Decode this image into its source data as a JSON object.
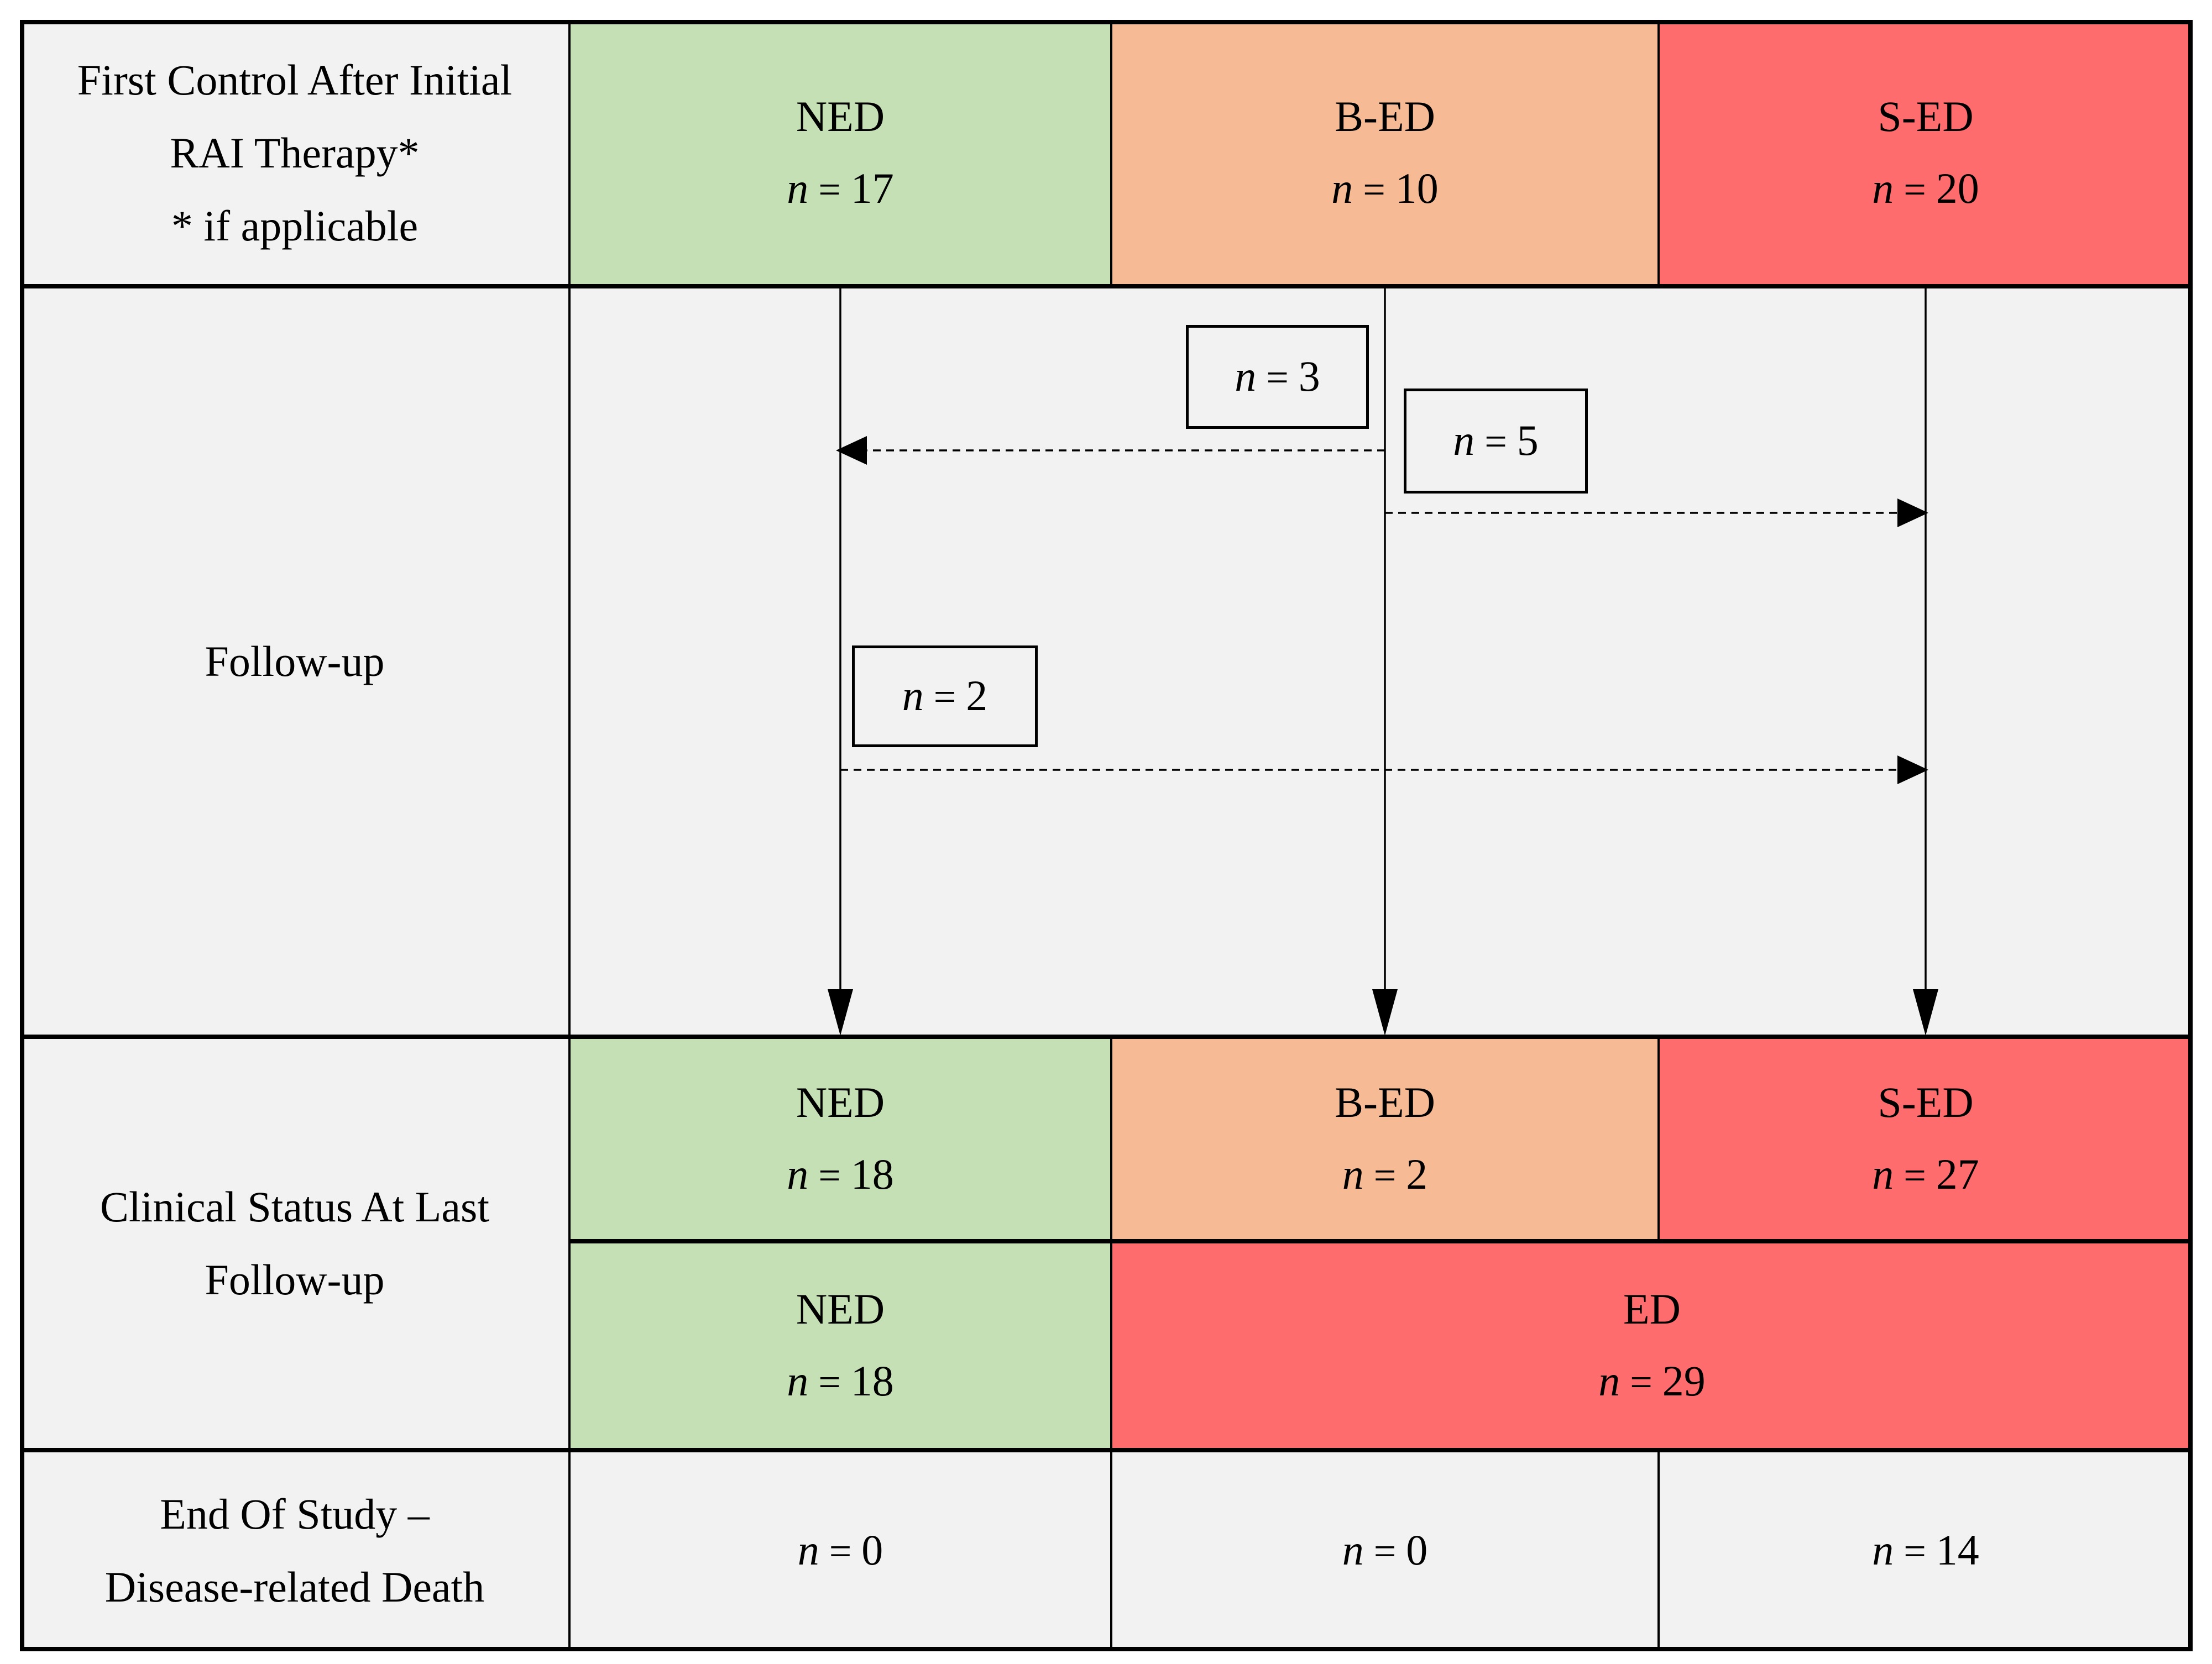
{
  "colors": {
    "green": "#c5e0b4",
    "orange": "#f6bb94",
    "red": "#fe6c6e",
    "gray": "#f2f2f2",
    "border": "#000000",
    "page_bg": "#ffffff"
  },
  "symbols": {
    "n_var": "n",
    "equals": "="
  },
  "rows": {
    "first_control": {
      "label_lines": [
        "First Control After Initial",
        "RAI Therapy*",
        "* if applicable"
      ],
      "cells": [
        {
          "title": "NED",
          "n": "17",
          "color": "green"
        },
        {
          "title": "B-ED",
          "n": "10",
          "color": "orange"
        },
        {
          "title": "S-ED",
          "n": "20",
          "color": "red"
        }
      ]
    },
    "follow_up": {
      "label": "Follow-up",
      "transitions": [
        {
          "n": "3",
          "from": "B-ED",
          "to": "NED"
        },
        {
          "n": "5",
          "from": "B-ED",
          "to": "S-ED"
        },
        {
          "n": "2",
          "from": "NED",
          "to": "S-ED"
        }
      ]
    },
    "clinical_status": {
      "label_lines": [
        "Clinical Status At Last",
        "Follow-up"
      ],
      "subrow1": [
        {
          "title": "NED",
          "n": "18",
          "color": "green"
        },
        {
          "title": "B-ED",
          "n": "2",
          "color": "orange"
        },
        {
          "title": "S-ED",
          "n": "27",
          "color": "red"
        }
      ],
      "subrow2": [
        {
          "title": "NED",
          "n": "18",
          "color": "green"
        },
        {
          "title": "ED",
          "n": "29",
          "color": "red"
        }
      ]
    },
    "end_of_study": {
      "label_lines": [
        "End Of Study –",
        "Disease-related Death"
      ],
      "cells": [
        {
          "n": "0"
        },
        {
          "n": "0"
        },
        {
          "n": "14"
        }
      ]
    }
  }
}
